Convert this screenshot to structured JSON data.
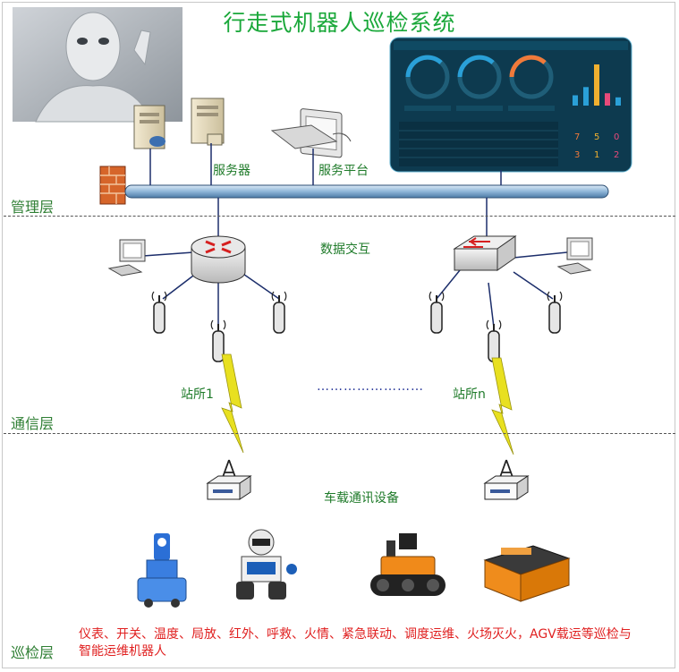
{
  "title": "行走式机器人巡检系统",
  "labels": {
    "server": "服务器",
    "platform": "服务平台",
    "data_exchange": "数据交互",
    "station_1": "站所1",
    "station_n": "站所n",
    "vehicle_comm": "车载通讯设备",
    "ellipsis": "……………………"
  },
  "layers": {
    "management": "管理层",
    "communication": "通信层",
    "inspection": "巡检层"
  },
  "caption": "仪表、开关、温度、局放、红外、呼救、火情、紧急联动、调度运维、火场灭火，AGV载运等巡检与智能运维机器人",
  "colors": {
    "title": "#1aa83a",
    "label": "#1f7b2a",
    "caption": "#e02020",
    "bus": "#8fb6d8",
    "link": "#1c2e6b",
    "lightning": "#e8e020",
    "dashboard": "#0d3a4f"
  },
  "dashboard": {
    "gauges": [
      "#2aa0d8",
      "#2aa0d8",
      "#f07a3a"
    ],
    "bars": [
      {
        "value": 0.25,
        "color": "#2aa0d8"
      },
      {
        "value": 0.45,
        "color": "#2aa0d8"
      },
      {
        "value": 1.0,
        "color": "#f0b030"
      },
      {
        "value": 0.3,
        "color": "#e84a7a"
      },
      {
        "value": 0.2,
        "color": "#2aa0d8"
      }
    ],
    "stats": [
      "7",
      "5",
      "0",
      "3",
      "1",
      "2"
    ]
  }
}
